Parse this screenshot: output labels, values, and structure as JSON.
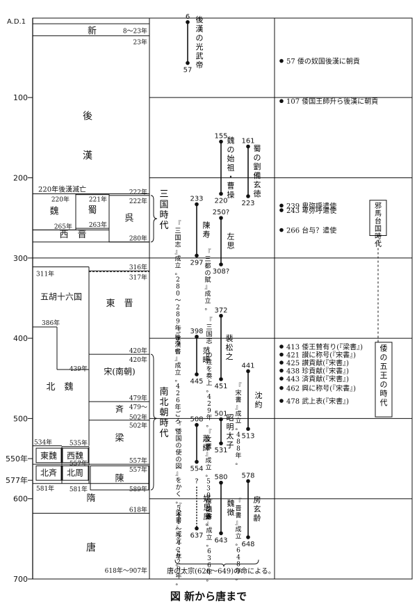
{
  "caption": "図 新から唐まで",
  "axis": {
    "origin_label": "A.D.1",
    "ticks": [
      {
        "year": 100,
        "label": "100"
      },
      {
        "year": 200,
        "label": "200"
      },
      {
        "year": 300,
        "label": "300"
      },
      {
        "year": 400,
        "label": "400"
      },
      {
        "year": 500,
        "label": "500"
      },
      {
        "year": 550,
        "label": "550年"
      },
      {
        "year": 577,
        "label": "577年"
      },
      {
        "year": 600,
        "label": "600"
      },
      {
        "year": 700,
        "label": "700"
      }
    ]
  },
  "dynasty_labels": {
    "xin": "新",
    "xin_span": "8〜23年",
    "y23": "23年",
    "hou": "後",
    "han": "漢",
    "han_end": "220年後漢滅亡",
    "wei": "魏",
    "shu": "蜀",
    "wu": "呉",
    "y220": "220年",
    "y221": "221年",
    "y222a": "222年",
    "y222b": "222年",
    "y263": "263年",
    "y265": "265年",
    "y280": "280年",
    "xijin": "西　晋",
    "sanguo": "三国時代",
    "wuhu": "五胡十六国",
    "y311": "311年",
    "y316": "316年",
    "y317": "317年",
    "dongjin": "東　晋",
    "y386": "386年",
    "y420a": "420年",
    "y420b": "420年",
    "beiwei": "北　魏",
    "y439": "439年",
    "song": "宋(南朝)",
    "y479": "479年",
    "y479b": "479〜",
    "y502": "502年",
    "qi": "斉",
    "nanbei": "南北朝時代",
    "y502b": "502年",
    "liang": "梁",
    "y534": "534年",
    "y535": "535年",
    "dongwei": "東魏",
    "xiwei": "西魏",
    "y557a": "557年",
    "y557b": "557年",
    "y557c": "557年",
    "beiqi": "北斉",
    "beizhou": "北周",
    "chen": "陳",
    "y581a": "581年",
    "y581b": "581年",
    "y589": "589年",
    "sui": "隋",
    "y618": "618年",
    "tang": "唐",
    "tang_span": "618年〜907年"
  },
  "figures": [
    {
      "start": "6",
      "name": "後漢の光武帝",
      "end": "57"
    },
    {
      "start": "155",
      "name": "魏の始祖・曹操",
      "end": "220"
    },
    {
      "start": "161",
      "name": "蜀の劉備玄徳",
      "end": "223"
    },
    {
      "start": "233",
      "name": "陳寿",
      "end": "297"
    },
    {
      "start": "250?",
      "name": "左思",
      "end": "308?"
    },
    {
      "start": "372",
      "name": "裴松之",
      "end": "451"
    },
    {
      "start": "398",
      "name": "范曄",
      "end": "445"
    },
    {
      "start": "441",
      "name": "沈約",
      "end": "513"
    },
    {
      "start": "501",
      "name": "昭明太子",
      "end": "531"
    },
    {
      "start": "508",
      "name": "蕭繹",
      "end": "554"
    },
    {
      "start": "?",
      "name": "姚思廉",
      "end": "637"
    },
    {
      "start": "580",
      "name": "魏徴",
      "end": "643"
    },
    {
      "start": "578",
      "name": "房玄齢",
      "end": "648"
    }
  ],
  "works": [
    {
      "text": "『三国志』成立。280〜289年ごろ。"
    },
    {
      "text": "『三都の賦』成立。"
    },
    {
      "text": "『三国志』の注を奏上。429年。"
    },
    {
      "text": "『後漢書』成立。426年ごろ。"
    },
    {
      "text": "『宋書』成立。488年。"
    },
    {
      "text": "『文選』成立。530年ごろ。"
    },
    {
      "text": "『倭国の使の図』をかく。541〜542年。"
    },
    {
      "text": "『梁書』成立。629年。"
    },
    {
      "text": "『隋書』成立。636年。"
    },
    {
      "text": "『晋書』成立。648年。"
    }
  ],
  "tang_note": "唐の太宗(626〜649)の命による。",
  "events": [
    {
      "text": "57 倭の奴国後漢に朝貢"
    },
    {
      "text": "107 倭国王師升ら後漢に朝貢"
    },
    {
      "text": "239 卑弥呼遣使"
    },
    {
      "text": "243 卑弥呼遣使"
    },
    {
      "text": "266 台与？遣使"
    },
    {
      "text": "413 倭王賛有り(『梁書』)"
    },
    {
      "text": "421 讃に称号(『宋書』)"
    },
    {
      "text": "425 讃貢献(『宋書』)"
    },
    {
      "text": "438 珍貢献(『宋書』)"
    },
    {
      "text": "443 済貢献(『宋書』)"
    },
    {
      "text": "462 興に称号(『宋書』)"
    },
    {
      "text": "478 武上表(『宋書』)"
    }
  ],
  "eras": {
    "yamatai": "邪馬台国時代",
    "five_kings": "倭の五王の時代"
  }
}
